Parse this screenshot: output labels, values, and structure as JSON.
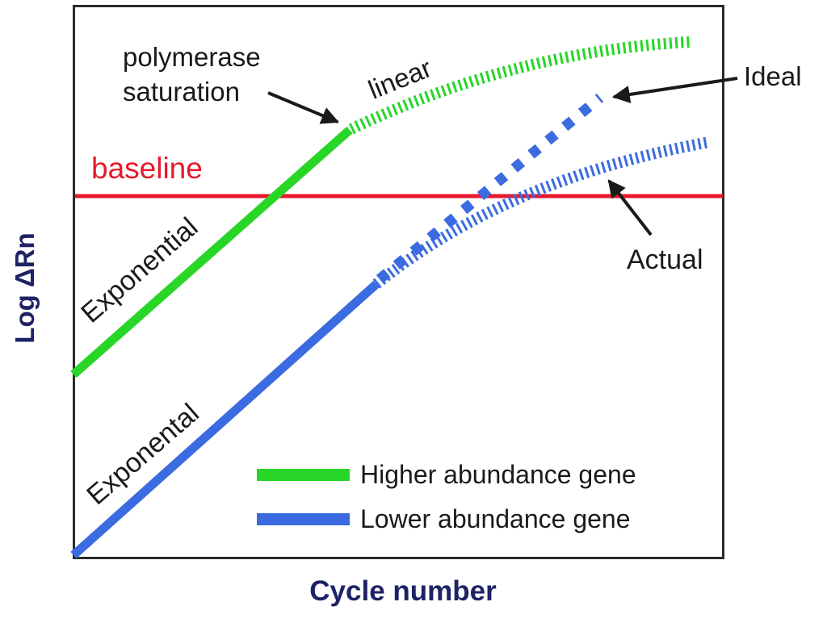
{
  "colors": {
    "green": "#28d628",
    "blue": "#3b6be0",
    "red": "#e8192c",
    "navy": "#1e2366",
    "black": "#1a1a1a"
  },
  "axes": {
    "y_label": "Log ΔRn",
    "x_label": "Cycle number"
  },
  "annotations": {
    "polymerase_saturation": "polymerase\nsaturation",
    "linear": "linear",
    "baseline": "baseline",
    "ideal": "Ideal",
    "actual": "Actual",
    "green_phase": "Exponential",
    "blue_phase": "Exponental"
  },
  "legend": {
    "items": [
      {
        "label": "Higher abundance gene",
        "color": "#28d628"
      },
      {
        "label": "Lower abundance gene",
        "color": "#3b6be0"
      }
    ]
  },
  "chart_data": {
    "type": "line",
    "title": "",
    "xlabel": "Cycle number",
    "ylabel": "Log ΔRn",
    "axes_quantitative": false,
    "units": "percent of axis span (x: 0=left border, 100=right border; y: 0=bottom border, 100=top border)",
    "grid": false,
    "legend_position": "inside bottom-center",
    "baseline": {
      "label": "baseline",
      "y_pct": 65.5,
      "color": "#e8192c"
    },
    "series": [
      {
        "name": "Higher abundance gene",
        "color": "#28d628",
        "segments": [
          {
            "label": "Exponential",
            "style": "solid",
            "points_pct": [
              [
                0.1,
                33.3
              ],
              [
                42.3,
                77.4
              ]
            ]
          },
          {
            "label": "linear",
            "style": "hatched",
            "points_pct": [
              [
                42.3,
                77.4
              ],
              [
                50.8,
                81.9
              ],
              [
                57.0,
                84.9
              ],
              [
                69.4,
                89.8
              ],
              [
                81.8,
                92.3
              ],
              [
                94.8,
                93.3
              ]
            ]
          }
        ]
      },
      {
        "name": "Lower abundance gene",
        "color": "#3b6be0",
        "segments": [
          {
            "label": "Exponental",
            "style": "solid",
            "points_pct": [
              [
                0.1,
                0.7
              ],
              [
                46.6,
                49.6
              ]
            ]
          },
          {
            "label": "Actual",
            "style": "hatched",
            "points_pct": [
              [
                46.6,
                49.6
              ],
              [
                58.2,
                60.0
              ],
              [
                68.9,
                65.6
              ],
              [
                81.4,
                69.9
              ],
              [
                97.6,
                75.3
              ]
            ]
          },
          {
            "label": "Ideal",
            "style": "dashed",
            "points_pct": [
              [
                47.1,
                50.5
              ],
              [
                80.9,
                83.3
              ]
            ]
          }
        ]
      }
    ],
    "annotations": [
      {
        "text": "polymerase saturation",
        "points_to": "green solid/hatched transition"
      },
      {
        "text": "Ideal",
        "points_to": "end of blue dashed line"
      },
      {
        "text": "Actual",
        "points_to": "blue hatched curve"
      }
    ]
  }
}
